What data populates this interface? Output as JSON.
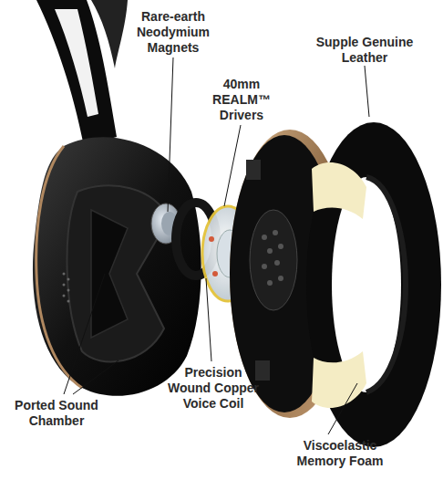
{
  "diagram": {
    "labels": [
      "Rare-earth Neodymium Magnets",
      "Supple Genuine Leather",
      "40mm REALM™ Drivers",
      "Ported Sound Chamber",
      "Precision Wound Copper Voice Coil",
      "Viscoelastic Memory Foam"
    ]
  }
}
